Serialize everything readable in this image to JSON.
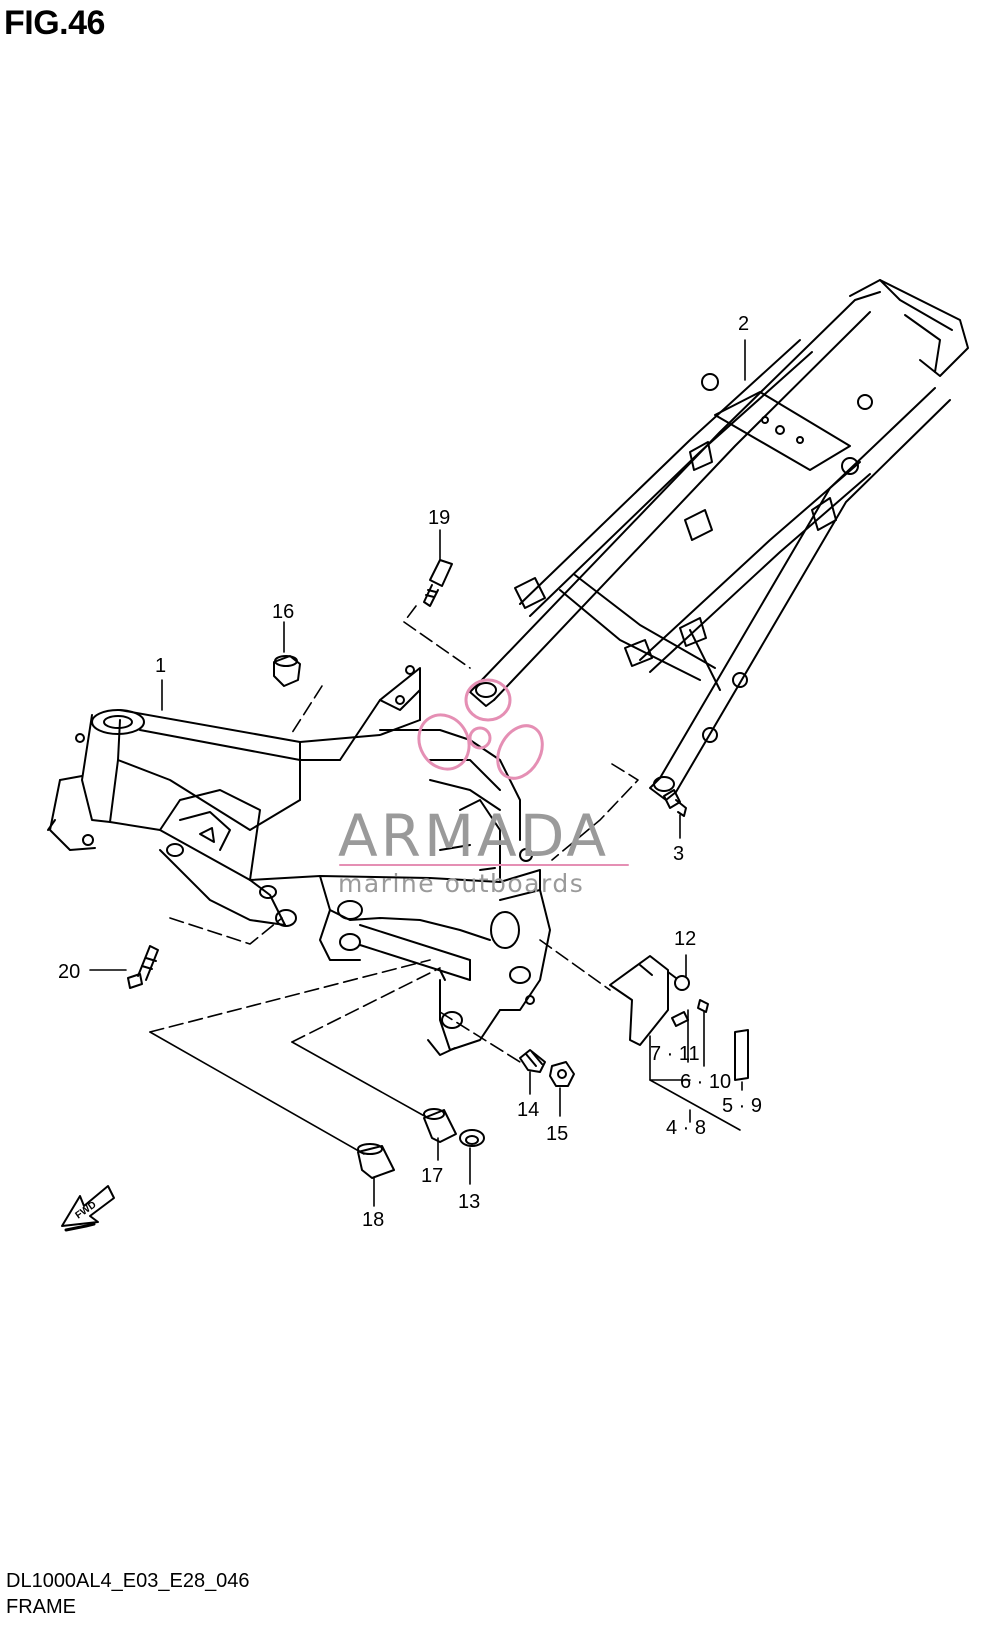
{
  "figure": {
    "title": "FIG.46",
    "model_code": "DL1000AL4_E03_E28_046",
    "section_name": "FRAME"
  },
  "watermark": {
    "brand": "ARMADA",
    "tagline": "marine outboards",
    "color": "#e58fb4"
  },
  "direction_badge": "FWD",
  "callouts": {
    "c1": "1",
    "c2": "2",
    "c3": "3",
    "c4_8": "4 · 8",
    "c5_9": "5 · 9",
    "c6_10": "6 · 10",
    "c7_11": "7 · 11",
    "c12": "12",
    "c13": "13",
    "c14": "14",
    "c15": "15",
    "c16": "16",
    "c17": "17",
    "c18": "18",
    "c19": "19",
    "c20": "20"
  }
}
